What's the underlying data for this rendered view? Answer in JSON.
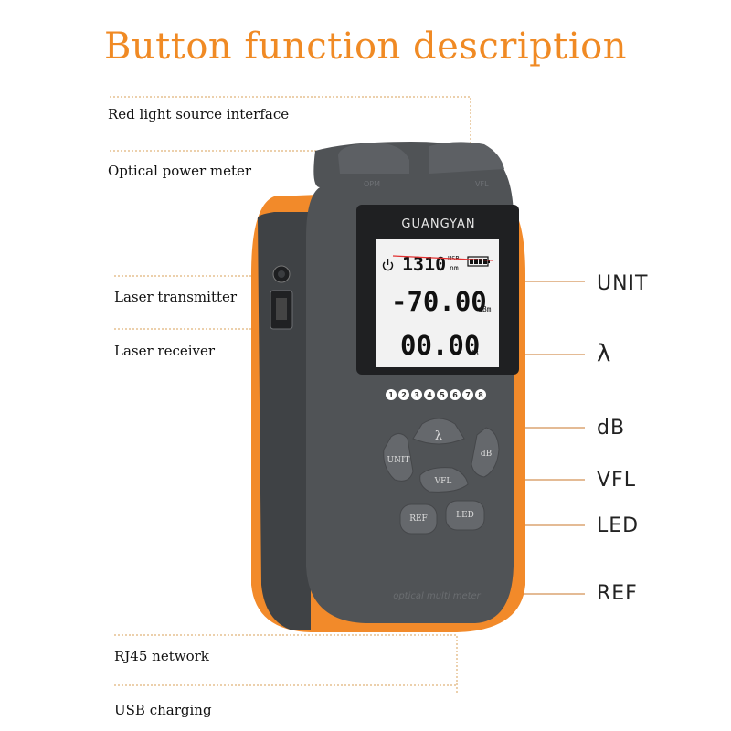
{
  "title": "Button function description",
  "left_labels": {
    "red_light": "Red light source interface",
    "optical_power": "Optical power meter",
    "laser_tx": "Laser transmitter",
    "laser_rx": "Laser receiver",
    "rj45": "RJ45 network",
    "usb": "USB charging"
  },
  "right_labels": {
    "unit": "UNIT",
    "lambda": "λ",
    "db": "dB",
    "vfl": "VFL",
    "led": "LED",
    "ref": "REF"
  },
  "device": {
    "brand": "GUANGYAN",
    "port_left": "OPM",
    "port_right": "VFL",
    "footer": "optical multi meter",
    "lcd": {
      "wavelength": "1310",
      "wavelength_unit": "nm",
      "usb": "USB",
      "power": "-70.00",
      "power_unit": "dBm",
      "relative": "00.00",
      "relative_unit": "dB"
    },
    "indicators": [
      "1",
      "2",
      "3",
      "4",
      "5",
      "6",
      "7",
      "8"
    ],
    "buttons": {
      "lambda": "λ",
      "unit": "UNIT",
      "db": "dB",
      "vfl": "VFL",
      "ref": "REF",
      "led": "LED"
    }
  },
  "colors": {
    "title": "#f08a24",
    "body_orange": "#f28a2a",
    "shell_gray": "#505356",
    "lcd": "#f2f2f2"
  }
}
